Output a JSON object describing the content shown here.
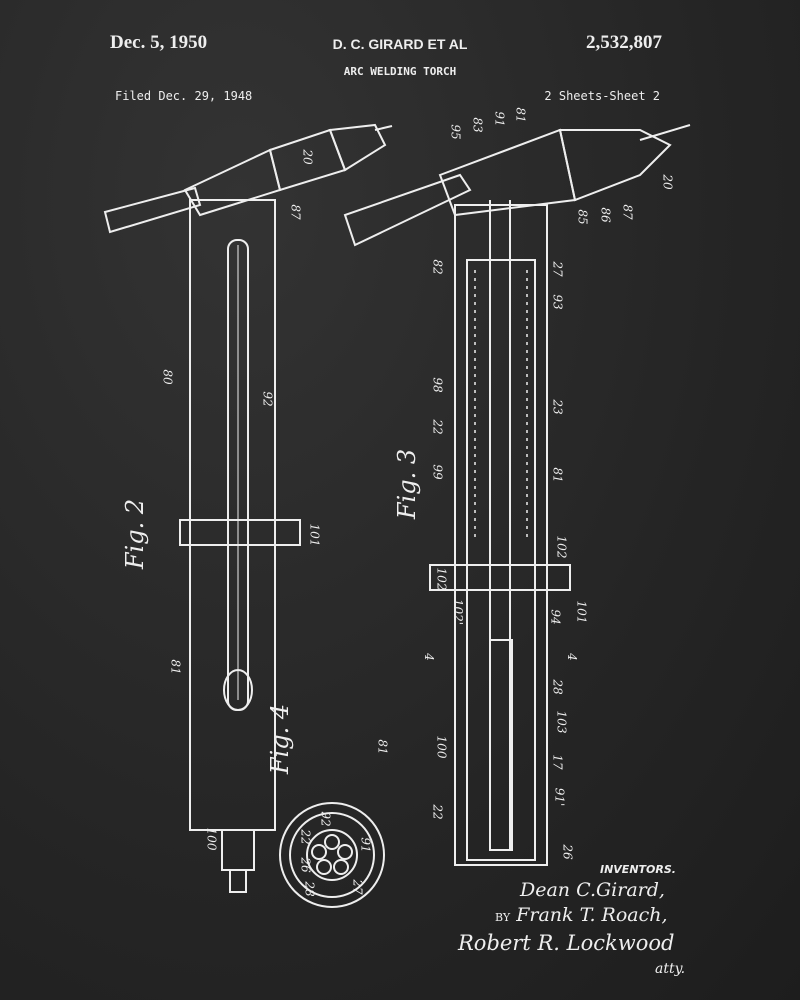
{
  "header": {
    "date": "Dec. 5, 1950",
    "inventor": "D. C. GIRARD ET AL",
    "title": "ARC WELDING TORCH",
    "patent_number": "2,532,807",
    "filed": "Filed Dec. 29, 1948",
    "sheets": "2 Sheets-Sheet 2"
  },
  "figures": {
    "fig2": {
      "label": "Fig. 2",
      "refs": [
        "20",
        "87",
        "80",
        "92",
        "101",
        "81",
        "100"
      ]
    },
    "fig3": {
      "label": "Fig. 3",
      "refs": [
        "95",
        "83",
        "91",
        "81",
        "85",
        "86",
        "87",
        "20",
        "82",
        "27",
        "93",
        "98",
        "22",
        "23",
        "99",
        "81",
        "102",
        "102",
        "102'",
        "94",
        "101",
        "28",
        "103",
        "100",
        "17",
        "91'",
        "22",
        "26",
        "4",
        "4"
      ]
    },
    "fig4": {
      "label": "Fig. 4",
      "refs": [
        "81",
        "92",
        "22",
        "26",
        "28",
        "27",
        "91"
      ]
    }
  },
  "signature": {
    "inventors_label": "INVENTORS.",
    "inventor1": "Dean C.Girard,",
    "by": "BY",
    "inventor2": "Frank T. Roach,",
    "attorney": "Robert R. Lockwood",
    "attorney_suffix": "atty."
  },
  "colors": {
    "background": "#262626",
    "ink": "#eeeeee"
  }
}
